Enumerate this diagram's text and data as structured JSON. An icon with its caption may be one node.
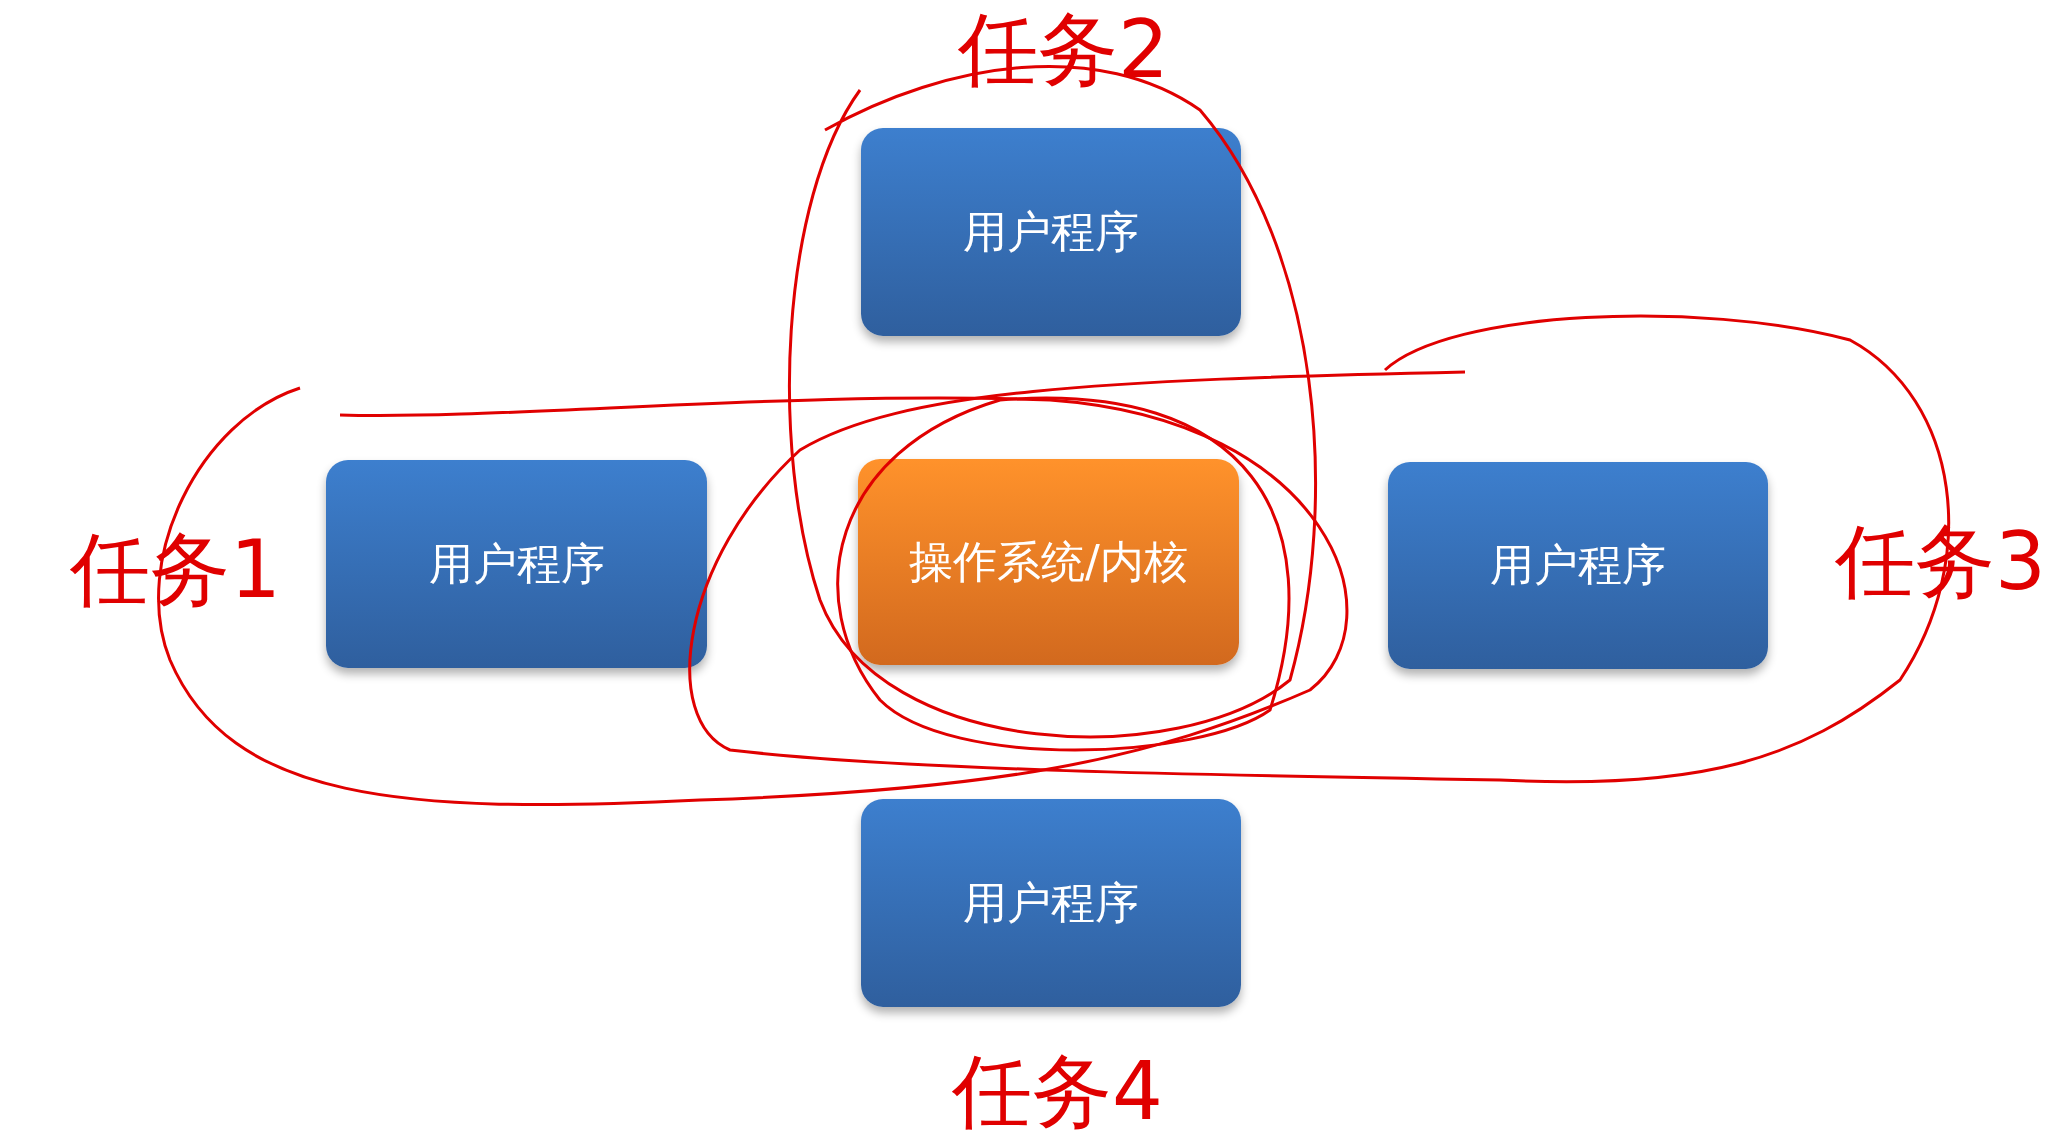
{
  "diagram": {
    "nodes": [
      {
        "text": [
          "用户程序"
        ]
      },
      {
        "text": [
          "用户程序"
        ]
      },
      {
        "text": [
          "操作系统/内核"
        ]
      },
      {
        "text": [
          "用户程序"
        ]
      },
      {
        "text": [
          "用户程序"
        ]
      }
    ],
    "labels": [
      "任务2",
      "任务1",
      "任务3",
      "任务4"
    ]
  }
}
